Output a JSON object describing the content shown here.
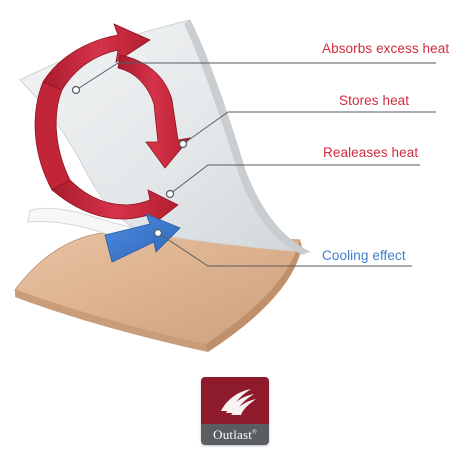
{
  "labels": {
    "absorbs": "Absorbs excess heat",
    "stores": "Stores heat",
    "releases": "Realeases heat",
    "cooling": "Cooling effect"
  },
  "logo": {
    "text": "Outlast",
    "mark": "®"
  },
  "colors": {
    "heat_label": "#d42a3f",
    "cooling_label": "#3f7fd0",
    "heat_arrow": "#c8283b",
    "cooling_arrow": "#3c78d0",
    "skin": "#e2b692",
    "logo_top": "#8e1b2b",
    "logo_bottom": "#5a5d62"
  },
  "icons": {
    "logo_mark": "flame-wave-icon"
  }
}
